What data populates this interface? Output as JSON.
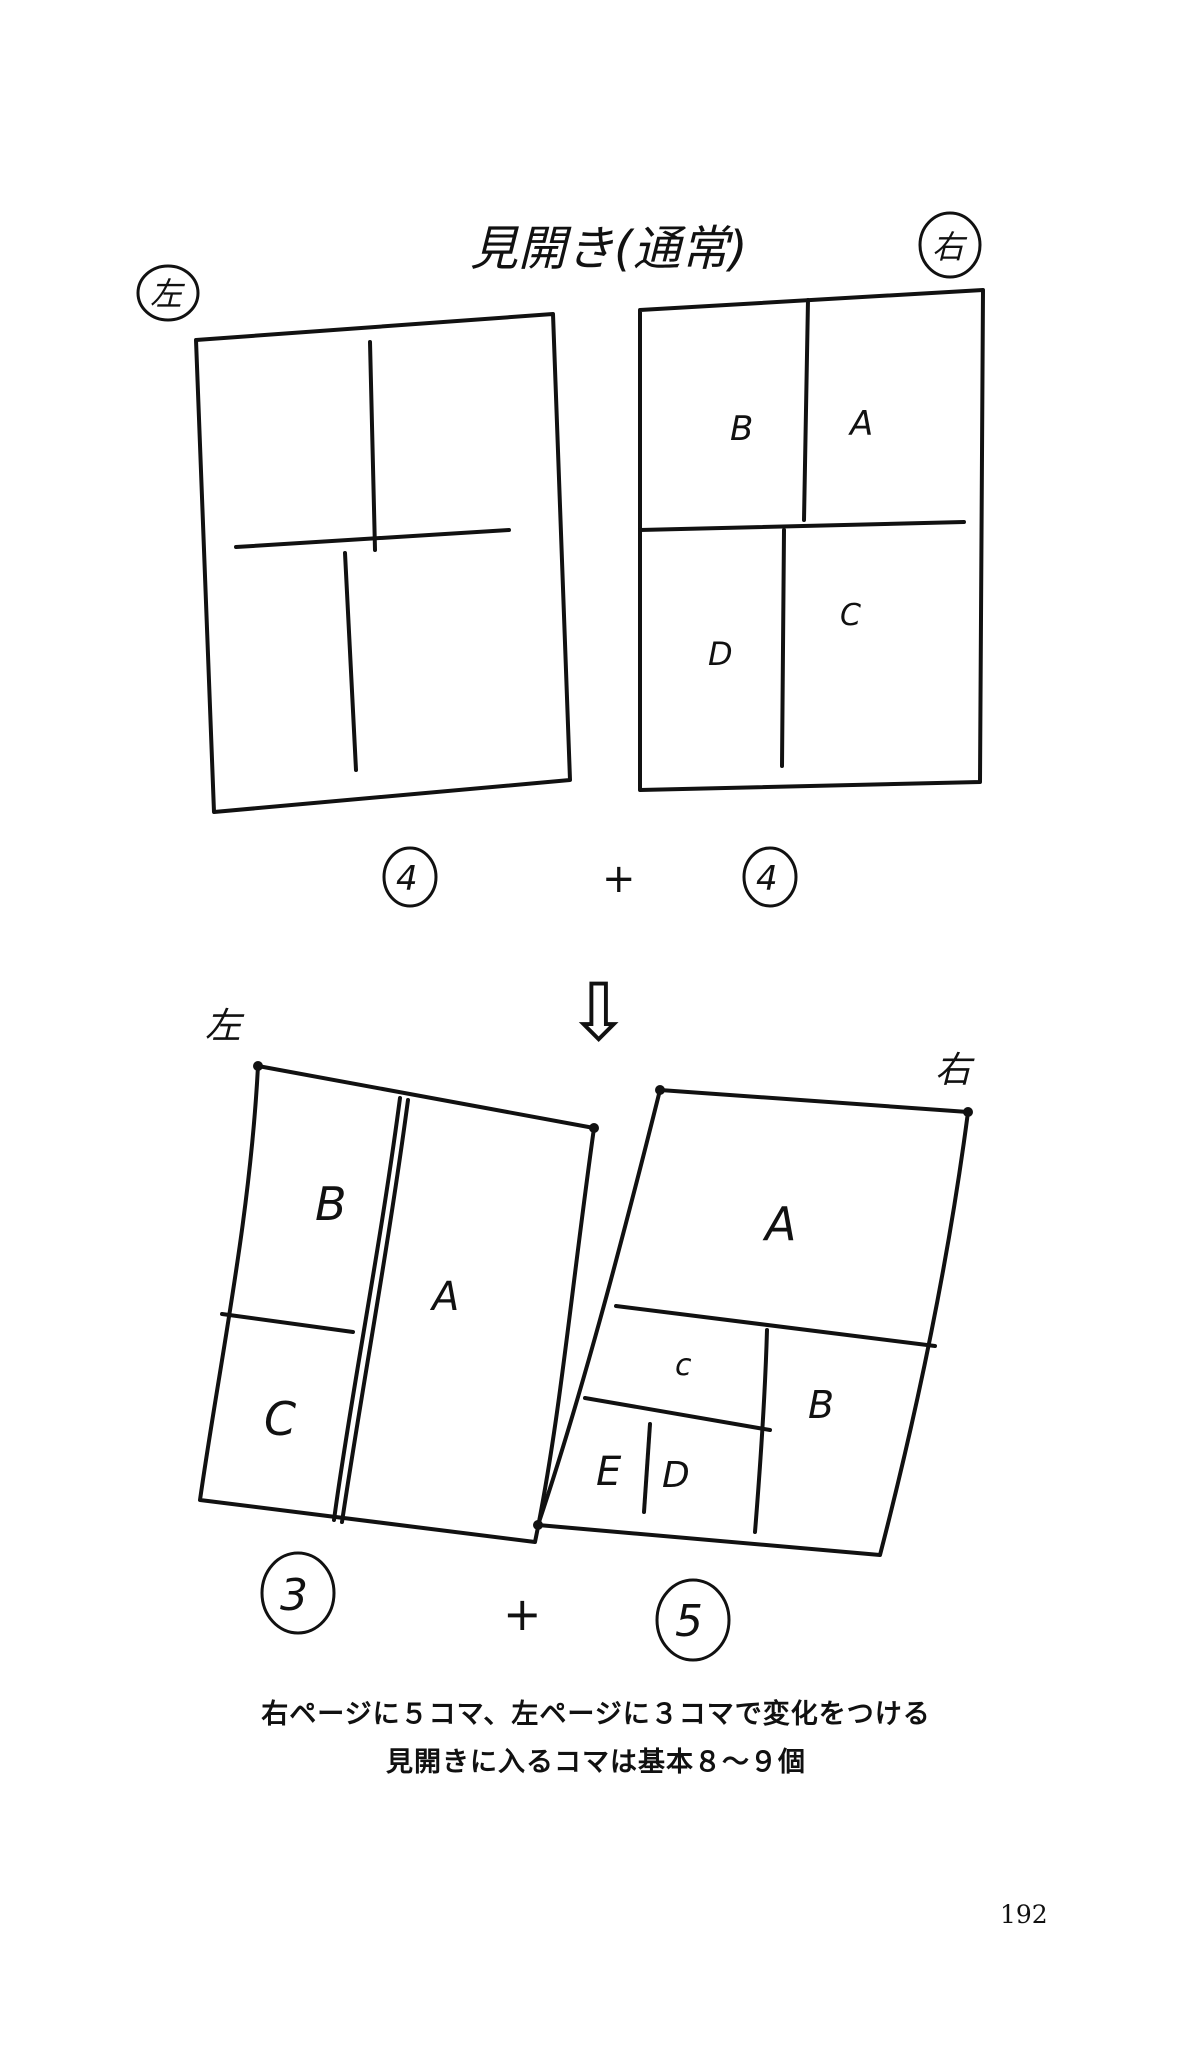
{
  "sketch_top": {
    "title": "見開き(通常)",
    "left_page_mark": "左",
    "right_page_mark": "右",
    "right_page_panels": [
      "B",
      "A",
      "D",
      "C"
    ],
    "left_count": "4",
    "plus": "+",
    "right_count": "4"
  },
  "arrow": "⇩",
  "sketch_bottom": {
    "left_page_mark": "左",
    "right_page_mark": "右",
    "left_page_panels": [
      "B",
      "A",
      "C"
    ],
    "right_page_panels": [
      "A",
      "c",
      "B",
      "E",
      "D"
    ],
    "left_count": "3",
    "plus": "+",
    "right_count": "5"
  },
  "caption": {
    "line1": "右ページに５コマ、左ページに３コマで変化をつける",
    "line2": "見開きに入るコマは基本８～９個"
  },
  "page_number": "192"
}
